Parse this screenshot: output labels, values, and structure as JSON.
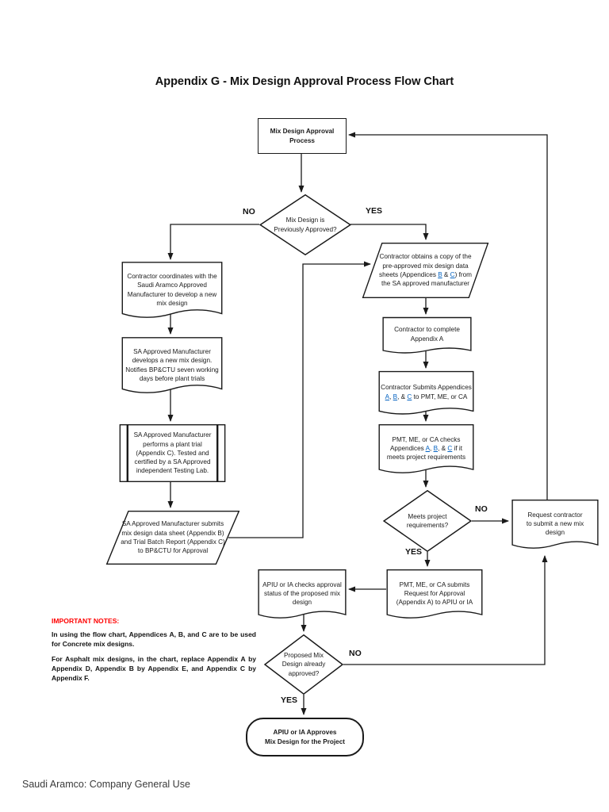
{
  "page": {
    "title": "Appendix G - Mix Design Approval Process Flow Chart",
    "footer": "Saudi Aramco: Company General Use"
  },
  "flowchart": {
    "link_color": "#0563C1",
    "nodes": {
      "start": {
        "shape": "rectangle",
        "label": "Mix Design Approval\nProcess"
      },
      "d1": {
        "shape": "diamond",
        "label": "Mix Design is\nPreviously Approved?"
      },
      "l1": {
        "shape": "document",
        "label": "Contractor coordinates with the\nSaudi Aramco Approved\nManufacturer to develop a new\nmix design"
      },
      "l2": {
        "shape": "document",
        "label": "SA Approved Manufacturer\ndevelops a new mix design.\nNotifies BP&CTU seven working\ndays before plant trials"
      },
      "l3": {
        "shape": "predefined-process",
        "label": "SA Approved Manufacturer\nperforms a plant trial\n(Appendix C).  Tested and\ncertified by a SA Approved\nindependent Testing Lab."
      },
      "l4": {
        "shape": "parallelogram",
        "label": "SA Approved Manufacturer submits\nmix design data sheet (Appendix B)\nand Trial Batch Report (Appendix C)\nto BP&CTU for Approval"
      },
      "r1": {
        "shape": "parallelogram",
        "segments": [
          {
            "t": "Contractor obtains a copy of the\npre-approved mix design data\nsheets (Appendices "
          },
          {
            "t": "B",
            "link": true
          },
          {
            "t": " & "
          },
          {
            "t": "C",
            "link": true
          },
          {
            "t": ") from\nthe SA approved manufacturer"
          }
        ]
      },
      "r2": {
        "shape": "document",
        "label": "Contractor to complete\nAppendix A"
      },
      "r3": {
        "shape": "document",
        "segments": [
          {
            "t": "Contractor Submits Appendices\n"
          },
          {
            "t": "A",
            "link": true
          },
          {
            "t": ", "
          },
          {
            "t": "B",
            "link": true
          },
          {
            "t": ", & "
          },
          {
            "t": "C",
            "link": true
          },
          {
            "t": " to PMT, ME, or CA"
          }
        ]
      },
      "r4": {
        "shape": "document",
        "segments": [
          {
            "t": "PMT, ME, or CA checks\nAppendices "
          },
          {
            "t": "A",
            "link": true
          },
          {
            "t": ", "
          },
          {
            "t": "B",
            "link": true
          },
          {
            "t": ", & "
          },
          {
            "t": "C",
            "link": true
          },
          {
            "t": " if it\nmeets project requirements"
          }
        ]
      },
      "d2": {
        "shape": "diamond",
        "label": "Meets project\nrequirements?"
      },
      "reqc": {
        "shape": "document",
        "label": "Request contractor\nto submit a new mix\ndesign"
      },
      "r5": {
        "shape": "document",
        "label": "PMT, ME, or CA submits\nRequest for Approval\n(Appendix A) to APIU or IA"
      },
      "m1": {
        "shape": "document",
        "label": "APIU or IA checks approval\nstatus of the proposed mix\ndesign"
      },
      "d3": {
        "shape": "diamond",
        "label": "Proposed Mix\nDesign already\napproved?"
      },
      "term": {
        "shape": "terminator",
        "label": "APIU or IA Approves\nMix Design for the Project"
      }
    },
    "edge_labels": {
      "d1_no": "NO",
      "d1_yes": "YES",
      "d2_no": "NO",
      "d2_yes": "YES",
      "d3_no": "NO",
      "d3_yes": "YES"
    },
    "notes": {
      "heading": "IMPORTANT NOTES:",
      "heading_color": "#FF0000",
      "para1": "In using the flow chart, Appendices A, B, and C are to be used for Concrete mix designs.",
      "para2": "For Asphalt mix designs, in the chart, replace Appendix A by Appendix D, Appendix B by Appendix E, and Appendix C by Appendix F."
    }
  }
}
